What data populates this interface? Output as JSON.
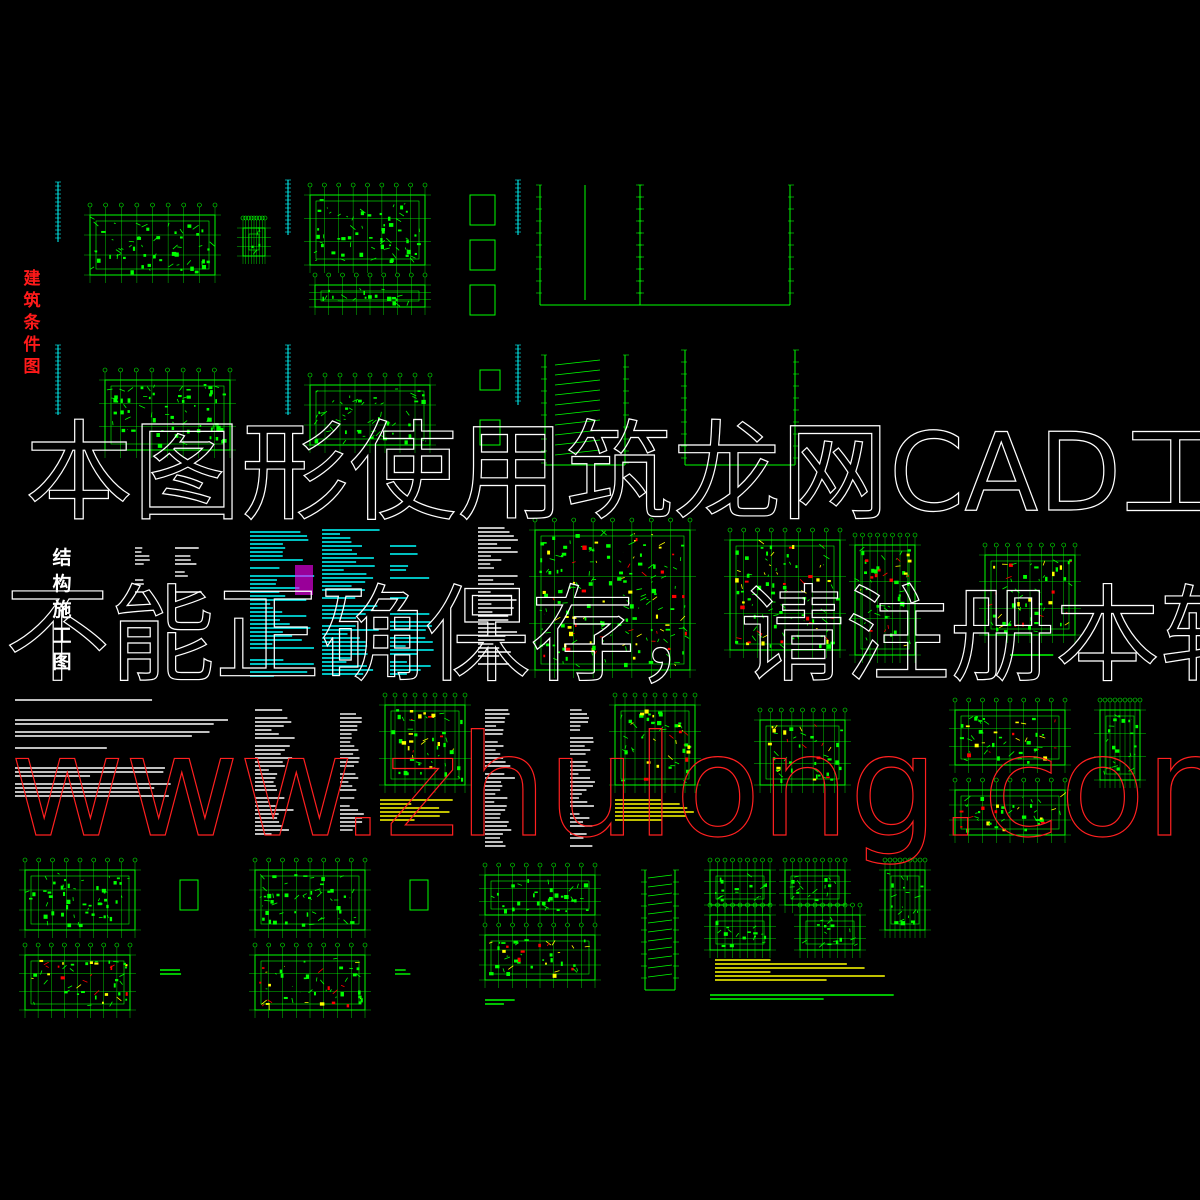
{
  "labels": {
    "architecture_conditions": "建筑条件图",
    "structure_construction": "结构施工图"
  },
  "watermark": {
    "line1": "本图形使用筑龙网CAD工具箱",
    "line2": "不能正确保存，请注册本软件",
    "url": "www.zhulong.com"
  },
  "colors": {
    "background": "#000000",
    "lines": "#00ff00",
    "accent_yellow": "#ffff00",
    "accent_cyan": "#00ffff",
    "accent_magenta": "#ff00ff",
    "accent_red": "#ff0000",
    "watermark": "#ffffff",
    "watermark_url": "#ff2020"
  }
}
